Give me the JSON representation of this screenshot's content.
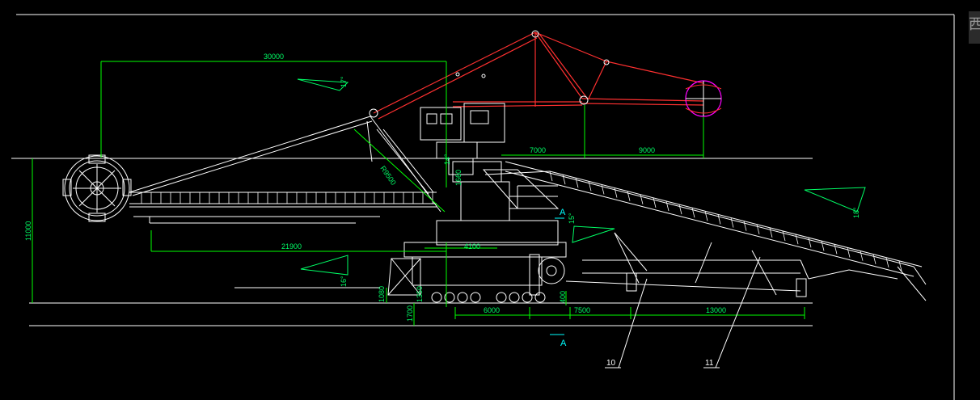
{
  "colors": {
    "background": "#000000",
    "structure": "#ffffff",
    "dimension": "#00ff00",
    "dimension_text": "#00ff66",
    "boom": "#ff3030",
    "cyan": "#00ffff",
    "magenta": "#ff00ff",
    "leader_text": "#ffffff"
  },
  "dimensions": {
    "d30000": "30000",
    "d21900": "21900",
    "d4100": "4100",
    "d6000": "6000",
    "d7500": "7500",
    "d13000": "13000",
    "d7000": "7000",
    "d9000": "9000",
    "d11000": "11000",
    "d1080": "1080",
    "d1700": "1700",
    "d1350": "1350",
    "r9500": "R9500",
    "d1660": "1660",
    "d400": "400",
    "a17": "17°",
    "a16": "16°",
    "a15": "15°",
    "a18": "18°",
    "a14": "14°"
  },
  "section_marks": {
    "upper": "A",
    "lower": "A"
  },
  "leaders": {
    "item10": "10",
    "item11": "11"
  },
  "corner_glyph": "西"
}
